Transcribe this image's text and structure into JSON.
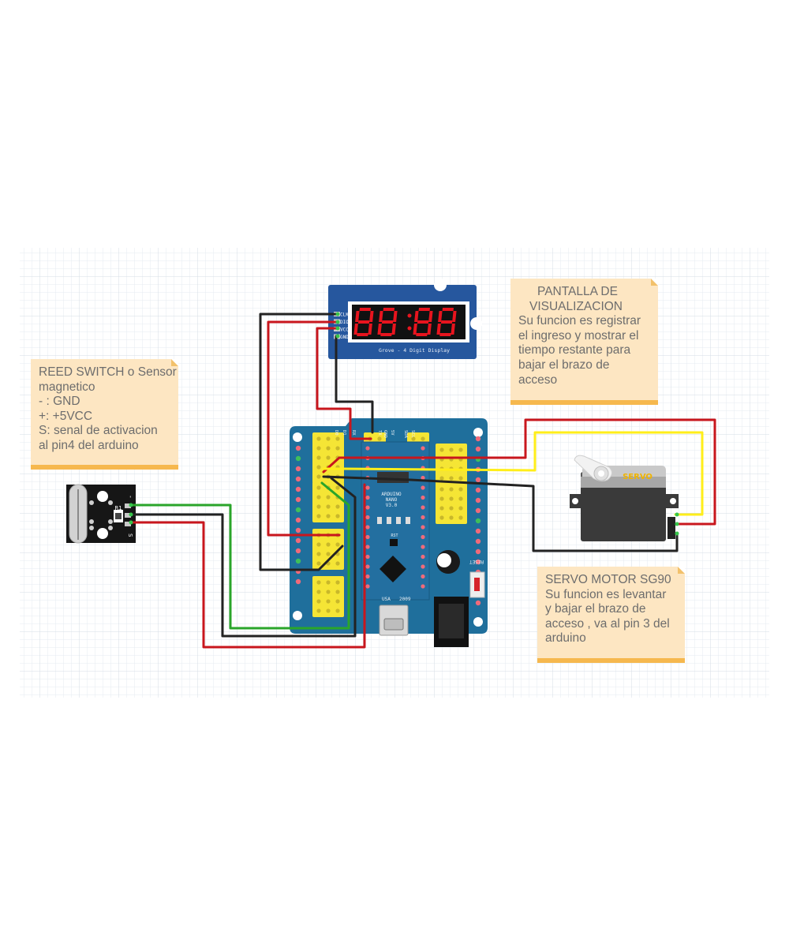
{
  "notes": {
    "reed": {
      "lines": [
        "REED SWITCH o Sensor",
        "magnetico",
        "- : GND",
        "+: +5VCC",
        "S: senal de activacion",
        "al pin4 del arduino"
      ]
    },
    "display": {
      "lines": [
        "PANTALLA DE",
        "VISUALIZACION",
        "Su funcion es registrar",
        "el ingreso y mostrar el",
        "tiempo restante para",
        "bajar el brazo de",
        "acceso"
      ]
    },
    "servo": {
      "lines": [
        "SERVO MOTOR SG90",
        "Su funcion es levantar",
        "y bajar el brazo de",
        "acceso , va al pin 3 del",
        "arduino"
      ]
    }
  },
  "display_module": {
    "pins": [
      "CLK",
      "DIO",
      "VCC",
      "GND"
    ],
    "caption": "Grove - 4 Digit Display"
  },
  "servo_module": {
    "label": "SERVO"
  },
  "reed_module": {
    "labels": [
      "R1",
      "S",
      "-"
    ]
  },
  "board": {
    "nano_label": [
      "ARDUINO",
      "NANO",
      "V3.0"
    ],
    "usb_label": "USA",
    "year_label": "2009",
    "rst_label": "RST",
    "reset_label": "RESET",
    "header_labels": [
      "D0",
      "D1",
      "RX",
      "TX",
      "GND",
      "5V",
      "SDA",
      "SCL"
    ]
  },
  "colors": {
    "board": "#1f6f9c",
    "wire_red": "#c8161d",
    "wire_black": "#222222",
    "wire_green": "#2aa52a",
    "wire_yellow": "#ffee1a",
    "note_bg": "#fde6c2",
    "note_border": "#f6b84e",
    "segment": "#e8141e"
  }
}
